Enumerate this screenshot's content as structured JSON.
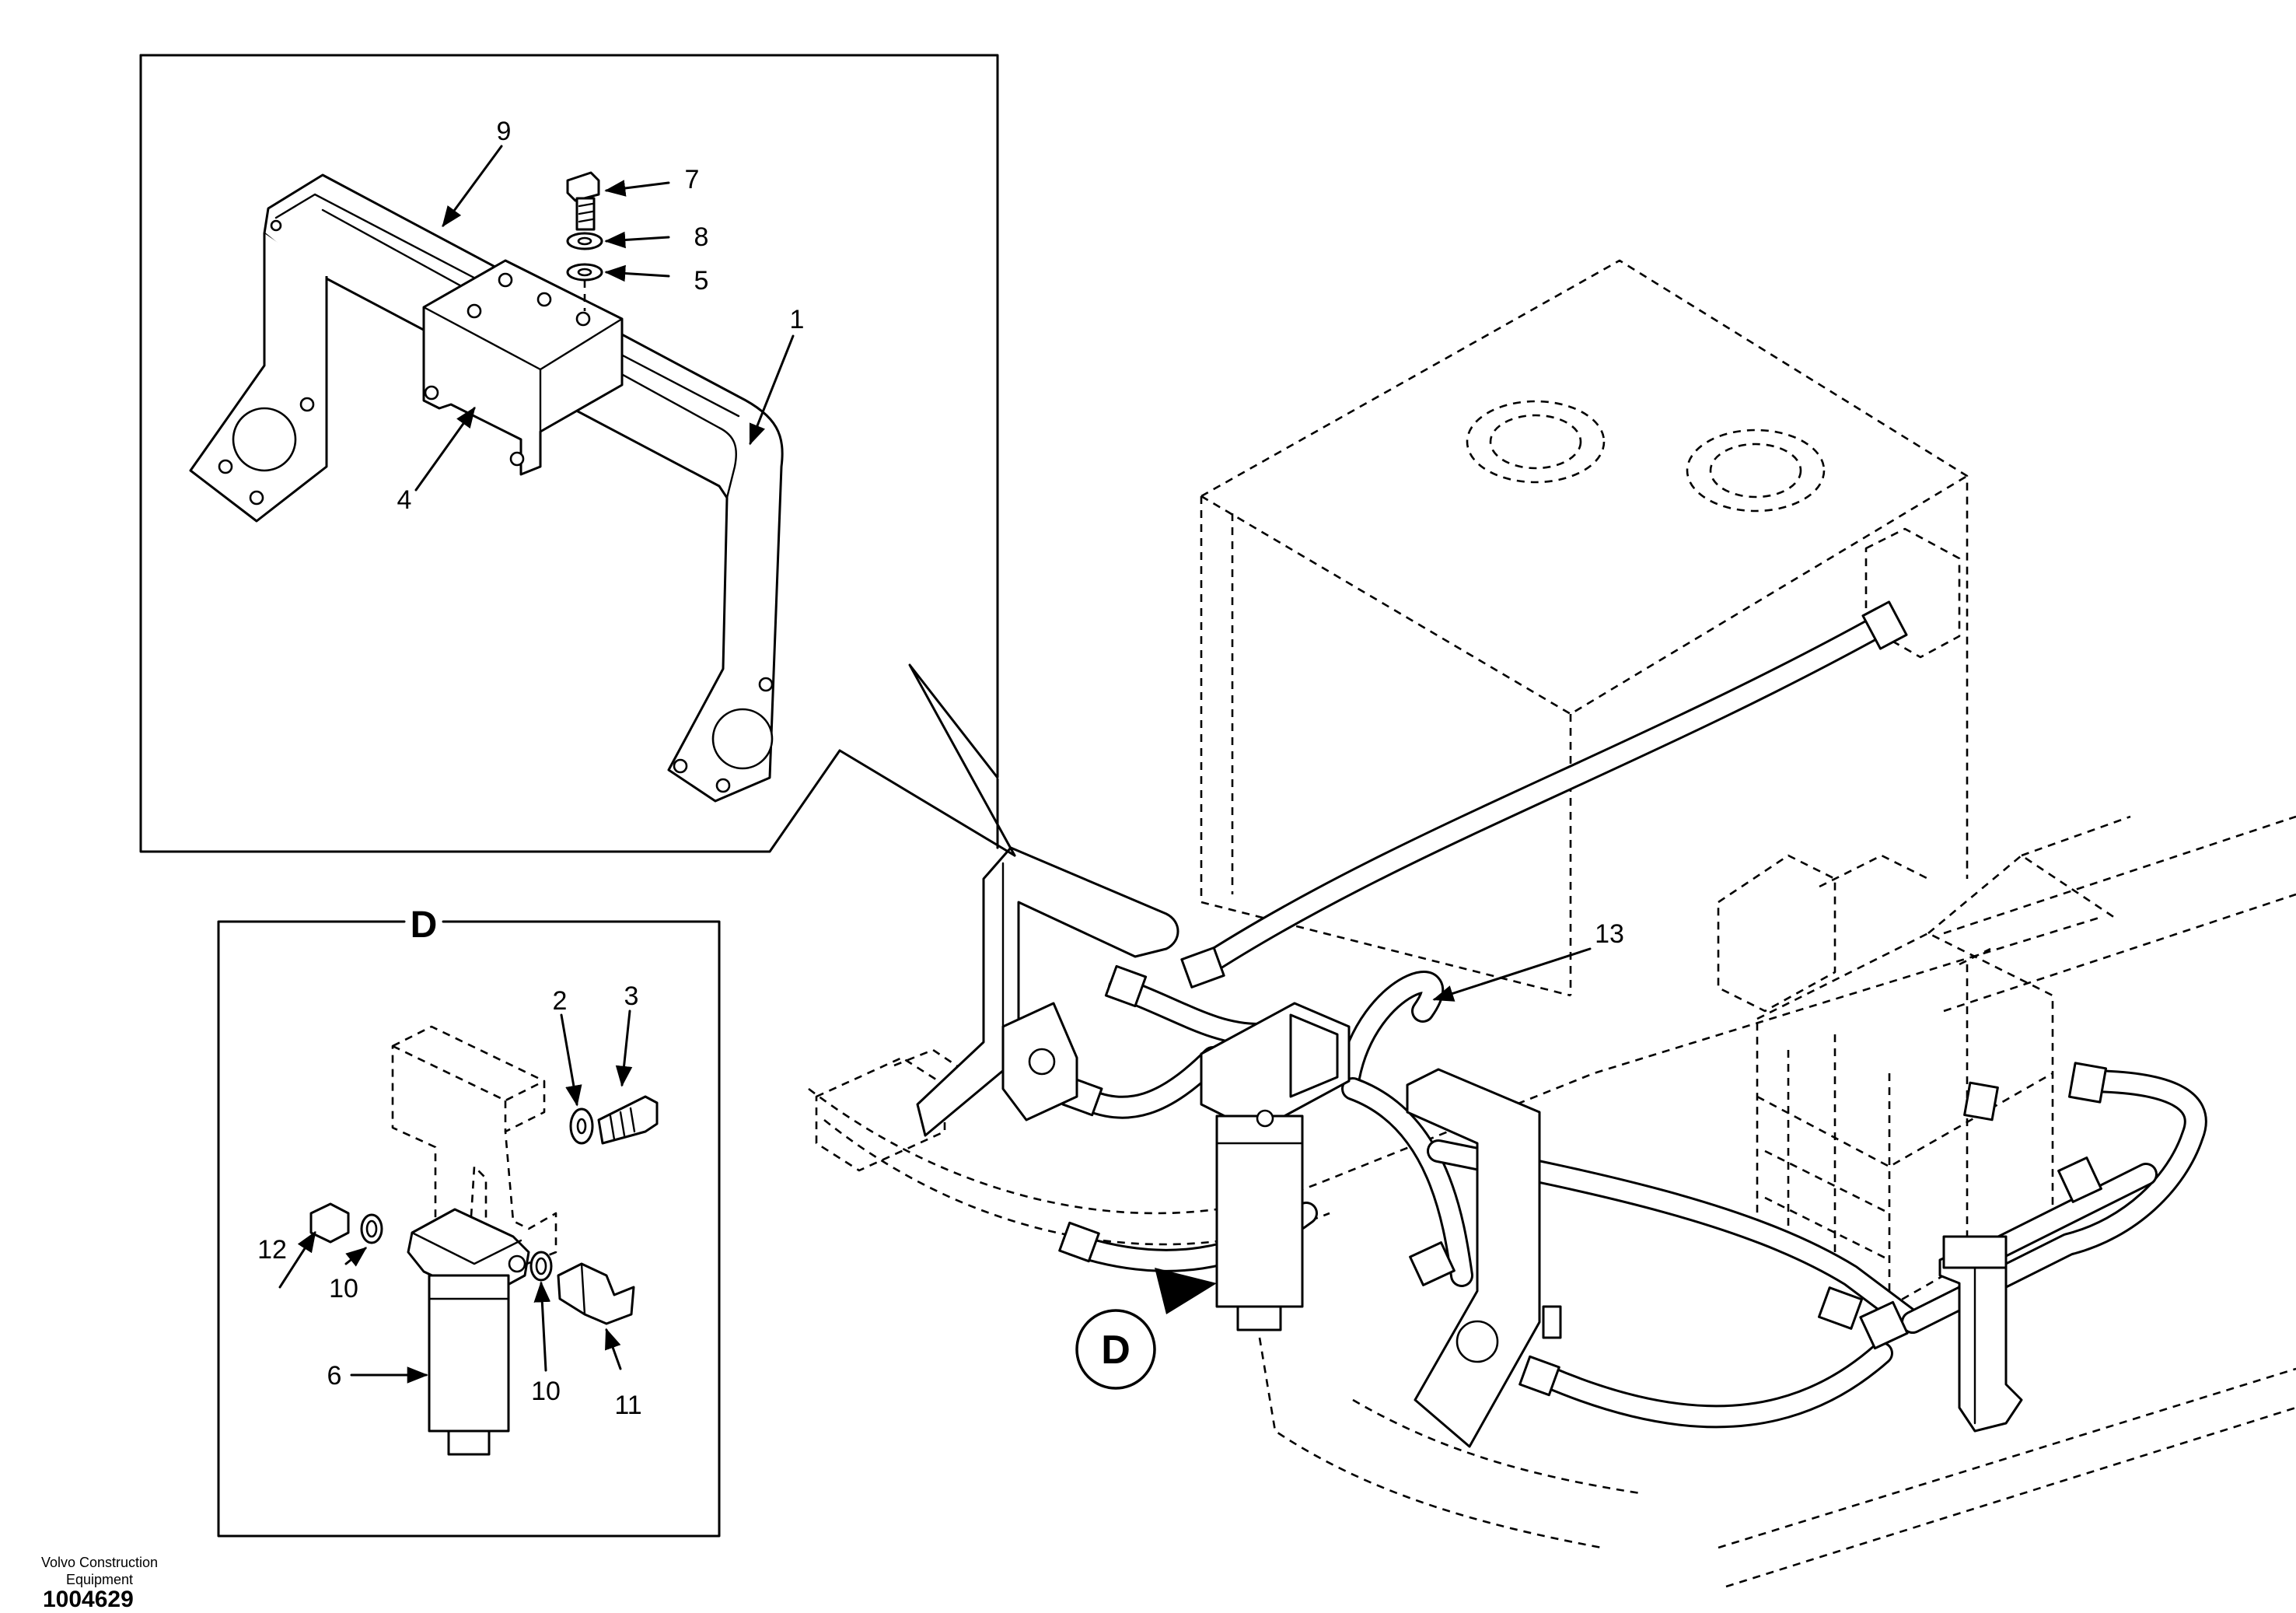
{
  "footer": {
    "company_line1": "Volvo Construction",
    "company_line2": "Equipment",
    "drawing_number": "1004629"
  },
  "detail_view": {
    "label": "D",
    "marker_label": "D"
  },
  "callouts": {
    "c1": "1",
    "c2": "2",
    "c3": "3",
    "c4": "4",
    "c5": "5",
    "c6": "6",
    "c7": "7",
    "c8": "8",
    "c9": "9",
    "c10a": "10",
    "c10b": "10",
    "c11": "11",
    "c12": "12",
    "c13": "13"
  }
}
